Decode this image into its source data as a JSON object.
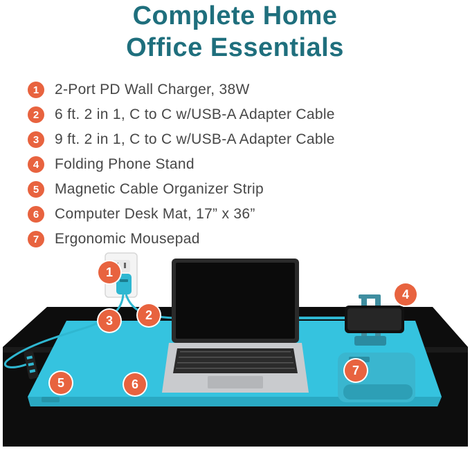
{
  "title": {
    "line1": "Complete Home",
    "line2": "Office Essentials"
  },
  "items": [
    {
      "num": "1",
      "label": "2-Port PD Wall Charger, 38W"
    },
    {
      "num": "2",
      "label": "6 ft. 2 in 1, C to C w/USB-A Adapter Cable"
    },
    {
      "num": "3",
      "label": "9 ft. 2 in 1, C to C w/USB-A Adapter Cable"
    },
    {
      "num": "4",
      "label": "Folding Phone Stand"
    },
    {
      "num": "5",
      "label": "Magnetic Cable Organizer Strip"
    },
    {
      "num": "6",
      "label": "Computer Desk Mat, 17” x 36”"
    },
    {
      "num": "7",
      "label": "Ergonomic Mousepad"
    }
  ],
  "badges": [
    "1",
    "2",
    "3",
    "4",
    "5",
    "6",
    "7"
  ],
  "colors": {
    "title": "#1f6f7d",
    "badge": "#e8633f",
    "mat": "#35c3df",
    "desk": "#0d0d0d",
    "text": "#474747"
  }
}
